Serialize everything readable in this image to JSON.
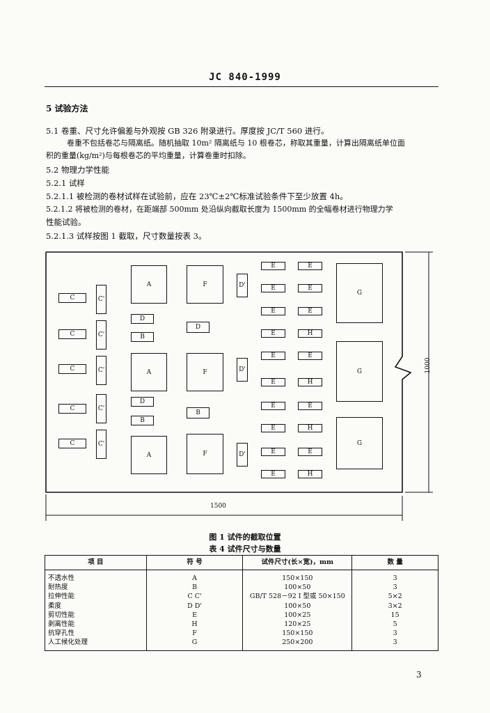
{
  "header": "JC 840-1999",
  "section_title": "5  试验方法",
  "paragraphs": {
    "p51": "5.1  卷重、尺寸允许偏差与外观按 GB 326 附录进行。厚度按 JC/T 560 进行。",
    "p51b_1": "卷重不包括卷芯与隔离纸。随机抽取 10m² 隔离纸与 10 根卷芯，称取其重量，计算出隔离纸单位面",
    "p51b_2": "积的重量(kg/m²)与每根卷芯的平均重量，计算卷重时扣除。",
    "p52": "5.2  物理力学性能",
    "p521": "5.2.1  试样",
    "p5211": "5.2.1.1  被检测的卷材试样在试验前，应在 23℃±2℃标准试验条件下至少放置 4h。",
    "p5212_1": "5.2.1.2  将被检测的卷材，在距端部 500mm 处沿纵向截取长度为 1500mm 的全幅卷材进行物理力学",
    "p5212_2": "性能试验。",
    "p5213": "5.2.1.3  试样按图 1 截取，尺寸数量按表 3。"
  },
  "figure": {
    "labels": {
      "A": "A",
      "B": "B",
      "C": "C",
      "Cp": "C'",
      "D": "D",
      "Dp": "D'",
      "E": "E",
      "F": "F",
      "G": "G",
      "H": "H"
    },
    "dim_width": "1500",
    "dim_height": "1000",
    "caption": "图 1  试件的截取位置"
  },
  "table": {
    "caption": "表 4  试件尺寸与数量",
    "headers": [
      "项    目",
      "符    号",
      "试件尺寸(长×宽)，mm",
      "数    量"
    ],
    "rows": [
      [
        "不透水性",
        "A",
        "150×150",
        "3"
      ],
      [
        "耐热度",
        "B",
        "100×50",
        "3"
      ],
      [
        "拉伸性能",
        "C  C'",
        "GB/T 528－92 I 型或 50×150",
        "5×2"
      ],
      [
        "柔度",
        "D  D'",
        "100×50",
        "3×2"
      ],
      [
        "剪切性能",
        "E",
        "100×25",
        "15"
      ],
      [
        "剥离性能",
        "H",
        "120×25",
        "5"
      ],
      [
        "抗穿孔性",
        "F",
        "150×150",
        "3"
      ],
      [
        "人工候化处理",
        "G",
        "250×200",
        "3"
      ]
    ]
  },
  "page_number": "3"
}
